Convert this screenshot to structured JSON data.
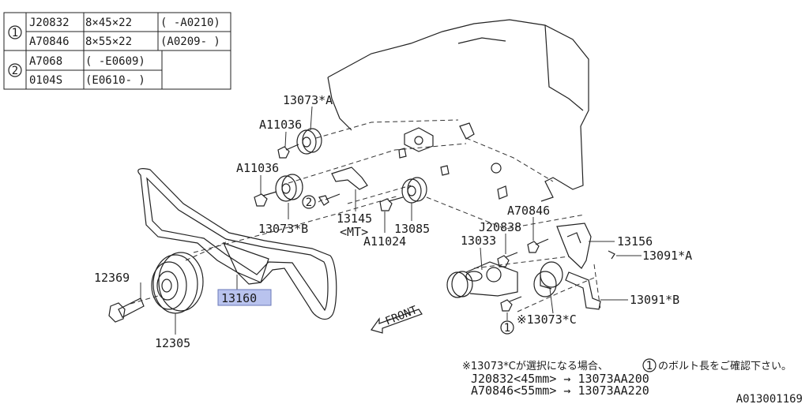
{
  "legend_table": {
    "groups": [
      {
        "marker": "1",
        "rows": [
          {
            "code": "J20832",
            "size": "8×45×22",
            "range": "( -A0210)"
          },
          {
            "code": "A70846",
            "size": "8×55×22",
            "range": "(A0209- )"
          }
        ]
      },
      {
        "marker": "2",
        "rows": [
          {
            "code": "A7068",
            "range": "( -E0609)"
          },
          {
            "code": "0104S",
            "range": "(E0610- )"
          }
        ]
      }
    ]
  },
  "labels": {
    "p13073A": "13073*A",
    "a11036_top": "A11036",
    "a11036_mid": "A11036",
    "p13073B": "13073*B",
    "marker2": "2",
    "p13145": "13145",
    "mt": "<MT>",
    "a11024": "A11024",
    "p13085": "13085",
    "a70846": "A70846",
    "j20838": "J20838",
    "p13033": "13033",
    "p13156": "13156",
    "p13091A": "13091*A",
    "p13091B": "13091*B",
    "p13073C": "※13073*C",
    "marker1": "1",
    "p12369": "12369",
    "p12305": "12305",
    "p13160": "13160",
    "front": "FRONT"
  },
  "highlight_color": "#b9c3ee",
  "note": {
    "line1_prefix": "※13073*Cが選択になる場合、",
    "line1_marker": "1",
    "line1_suffix": "のボルト長をご確認下さい。",
    "line2": "J20832<45mm> → 13073AA200",
    "line3": "A70846<55mm> → 13073AA220"
  },
  "diagram_id": "A013001169"
}
